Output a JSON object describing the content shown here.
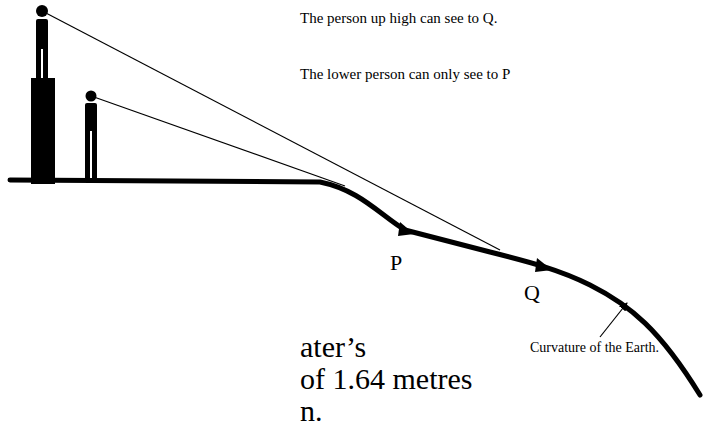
{
  "diagram": {
    "labels": [
      "The person up high can see to Q.",
      "The lower person can only see to P",
      "P",
      "Q",
      "Curvature of the Earth.",
      "ater’s",
      "of 1.64 metres",
      "n."
    ]
  }
}
